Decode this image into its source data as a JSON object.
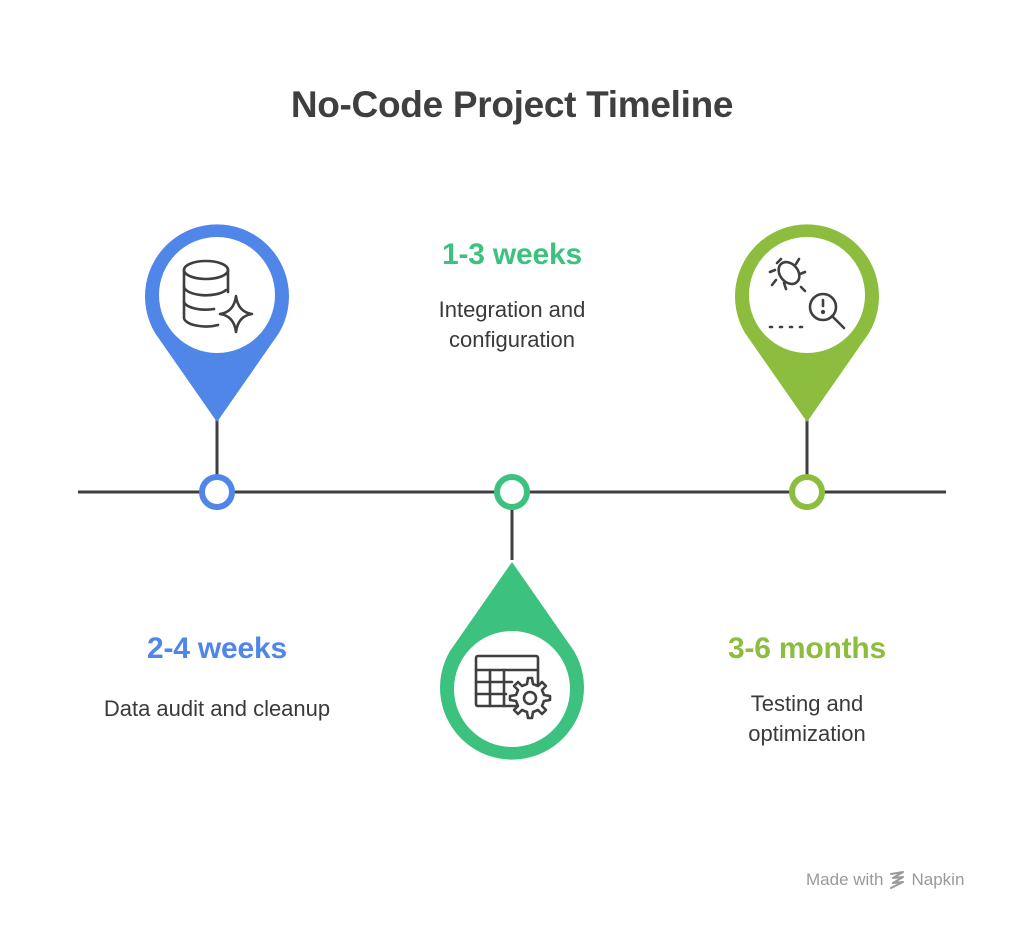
{
  "title": "No-Code Project Timeline",
  "colors": {
    "phase1": "#4f86e8",
    "phase2": "#3cc27e",
    "phase3": "#8cbd3f",
    "line": "#3f3f3f",
    "text": "#3a3a3a"
  },
  "phases": [
    {
      "duration": "2-4 weeks",
      "description": "Data audit and cleanup",
      "icon": "database-sparkle-icon"
    },
    {
      "duration": "1-3 weeks",
      "description_line1": "Integration and",
      "description_line2": "configuration",
      "icon": "table-gear-icon"
    },
    {
      "duration": "3-6 months",
      "description_line1": "Testing and",
      "description_line2": "optimization",
      "icon": "bug-magnifier-icon"
    }
  ],
  "footer": {
    "made_with": "Made with",
    "brand": "Napkin"
  }
}
